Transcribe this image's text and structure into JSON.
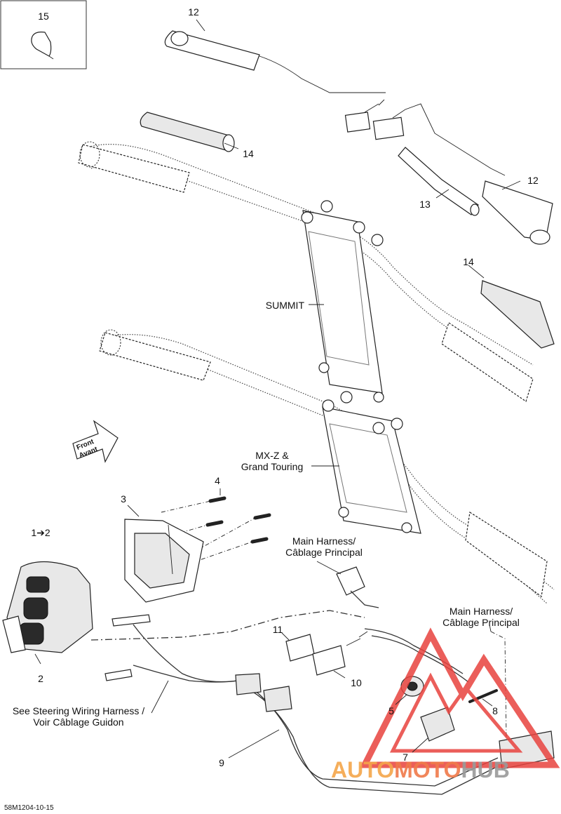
{
  "callouts": {
    "p15": "15",
    "p12a": "12",
    "p12b": "12",
    "p13": "13",
    "p14a": "14",
    "p14b": "14",
    "p4": "4",
    "p3": "3",
    "p1": "1➔2",
    "p2": "2",
    "p11": "11",
    "p10": "10",
    "p5": "5",
    "p8": "8",
    "p7": "7",
    "p9": "9"
  },
  "labels": {
    "summit": "SUMMIT",
    "mxz_line1": "MX-Z &",
    "mxz_line2": "Grand Touring",
    "main_harness_1_line1": "Main Harness/",
    "main_harness_1_line2": "Câblage Principal",
    "main_harness_2_line1": "Main Harness/",
    "main_harness_2_line2": "Câblage Principal",
    "steering_line1": "See Steering Wiring Harness /",
    "steering_line2": "Voir Câblage Guidon",
    "front_line1": "Front",
    "front_line2": "Avant"
  },
  "footer": {
    "code": "58M1204-10-15"
  },
  "watermark": {
    "part1": "AUTO",
    "part2": "MOTO",
    "part3": "HUB",
    "color1": "#f4a64a",
    "color2": "#f07a4a",
    "color3": "#9a9a9a",
    "logo_color": "#e8433e"
  }
}
